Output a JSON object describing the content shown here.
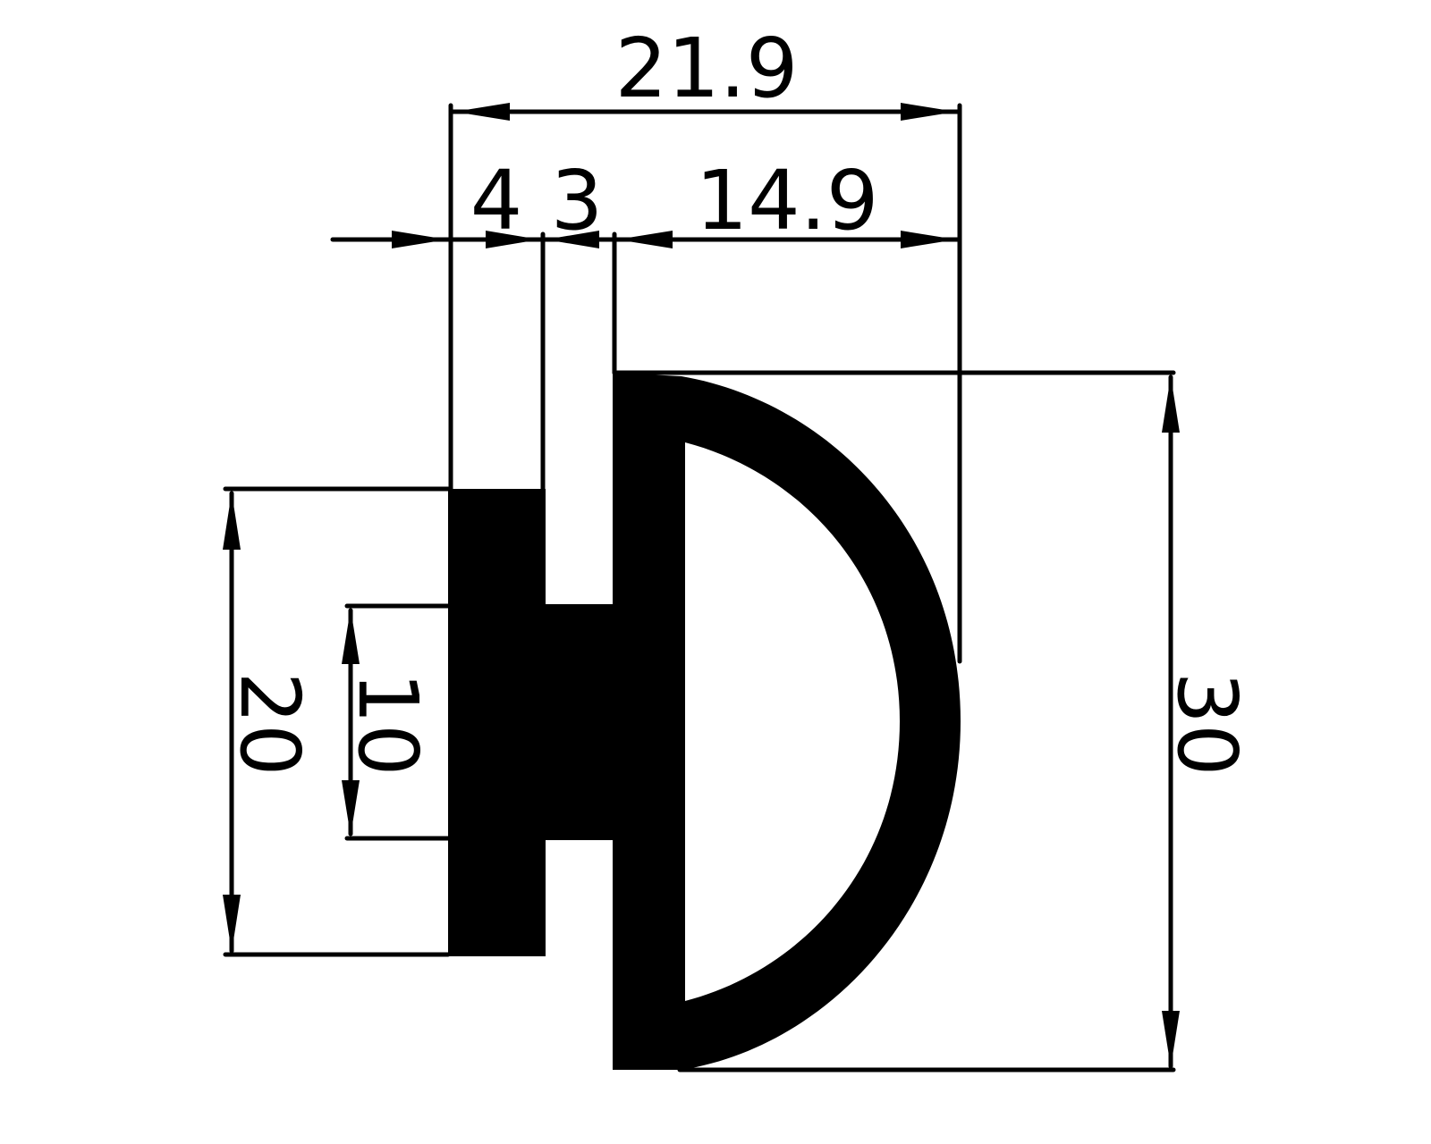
{
  "drawing": {
    "type": "profile cross-section",
    "description": "D-shaped extrusion profile with T-slot mounting flange",
    "colors": {
      "profile_fill": "#000000",
      "background": "#ffffff",
      "dimension_lines": "#000000"
    }
  },
  "dimensions": {
    "overall_width": {
      "value": "21.9",
      "orientation": "horizontal"
    },
    "flange_thickness": {
      "value": "4",
      "orientation": "horizontal"
    },
    "neck_width": {
      "value": "3",
      "orientation": "horizontal"
    },
    "d_profile_width": {
      "value": "14.9",
      "orientation": "horizontal"
    },
    "flange_height": {
      "value": "20",
      "orientation": "vertical"
    },
    "neck_height": {
      "value": "10",
      "orientation": "vertical"
    },
    "overall_height": {
      "value": "30",
      "orientation": "vertical"
    }
  }
}
